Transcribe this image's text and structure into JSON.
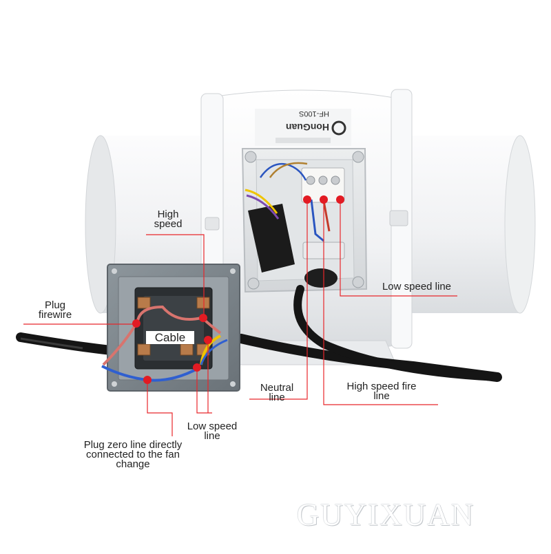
{
  "product": {
    "brand": "HonGuan",
    "model": "HF-100S"
  },
  "labels": {
    "high_speed": [
      "High",
      "speed"
    ],
    "plug_firewire": [
      "Plug",
      "firewire"
    ],
    "cable": "Cable",
    "low_speed_line_right": "Low speed line",
    "neutral_line": [
      "Neutral",
      "line"
    ],
    "high_speed_fire_line": [
      "High speed fire",
      "line"
    ],
    "low_speed_line_bottom": [
      "Low speed",
      "line"
    ],
    "plug_zero_line": [
      "Plug zero line directly",
      "connected to the fan",
      "change"
    ]
  },
  "watermark": "GUYIXUAN",
  "colors": {
    "callout_line": "#e8262a",
    "marker_dot": "#e21b23",
    "wire_blue": "#2f5fd0",
    "wire_red": "#d8746e",
    "wire_yellow": "#f2c200",
    "fan_body": "#f3f4f5",
    "switch_plate": "#7d868c"
  }
}
